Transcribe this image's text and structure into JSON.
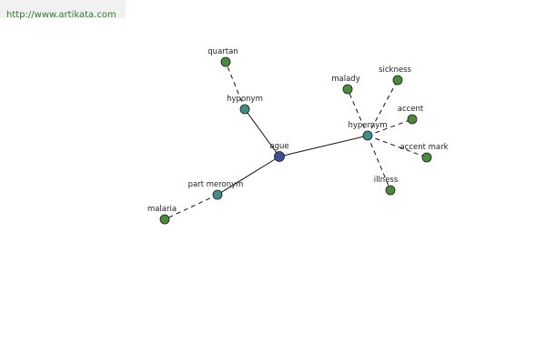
{
  "site_url": "http://www.artikata.com",
  "colors": {
    "center_node": "#3e4f9a",
    "relation_node": "#3f8f86",
    "leaf_node": "#4b8c3c",
    "edge": "#111111",
    "url_text": "#2f7f2f",
    "url_background": "#f1f1f1"
  },
  "graph": {
    "nodes": [
      {
        "id": "ague",
        "label": "ague",
        "kind": "center"
      },
      {
        "id": "hyponym",
        "label": "hyponym",
        "kind": "relation"
      },
      {
        "id": "hypernym",
        "label": "hypernym",
        "kind": "relation"
      },
      {
        "id": "part_meronym",
        "label": "part meronym",
        "kind": "relation"
      },
      {
        "id": "quartan",
        "label": "quartan",
        "kind": "term"
      },
      {
        "id": "malady",
        "label": "malady",
        "kind": "term"
      },
      {
        "id": "sickness",
        "label": "sickness",
        "kind": "term"
      },
      {
        "id": "accent",
        "label": "accent",
        "kind": "term"
      },
      {
        "id": "accent_mark",
        "label": "accent mark",
        "kind": "term"
      },
      {
        "id": "illness",
        "label": "illness",
        "kind": "term"
      },
      {
        "id": "malaria",
        "label": "malaria",
        "kind": "term"
      }
    ],
    "edges": [
      {
        "from": "ague",
        "to": "hyponym",
        "style": "solid"
      },
      {
        "from": "ague",
        "to": "hypernym",
        "style": "solid"
      },
      {
        "from": "ague",
        "to": "part_meronym",
        "style": "solid"
      },
      {
        "from": "hyponym",
        "to": "quartan",
        "style": "dashed"
      },
      {
        "from": "hypernym",
        "to": "malady",
        "style": "dashed"
      },
      {
        "from": "hypernym",
        "to": "sickness",
        "style": "dashed"
      },
      {
        "from": "hypernym",
        "to": "accent",
        "style": "dashed"
      },
      {
        "from": "hypernym",
        "to": "accent_mark",
        "style": "dashed"
      },
      {
        "from": "hypernym",
        "to": "illness",
        "style": "dashed"
      },
      {
        "from": "part_meronym",
        "to": "malaria",
        "style": "dashed"
      }
    ]
  }
}
